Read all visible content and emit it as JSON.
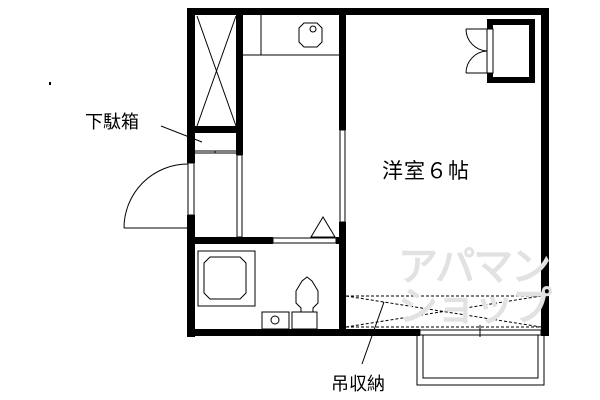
{
  "plan": {
    "type": "apartment-floor-plan",
    "colors": {
      "wall": "#000000",
      "background": "#ffffff",
      "watermark": "#e2e2e2"
    },
    "rooms": {
      "main_room": {
        "label": "洋室６帖"
      },
      "shoe_box": {
        "label": "下駄箱"
      },
      "hanging_closet": {
        "label": "吊収納"
      }
    },
    "watermark": {
      "line1": "アパマン",
      "line2": "ショップ"
    }
  }
}
